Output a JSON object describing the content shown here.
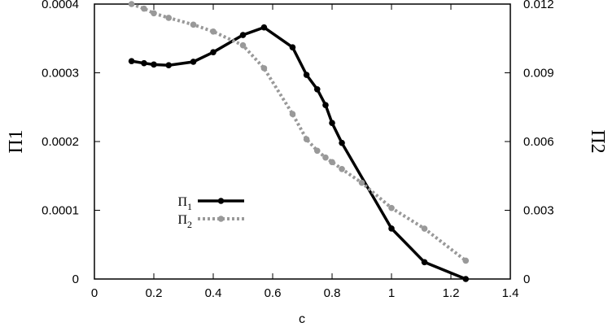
{
  "chart_data": {
    "type": "line",
    "xlabel": "c",
    "ylabel_left": "Π1",
    "ylabel_right": "Π2",
    "xlim": [
      0,
      1.4
    ],
    "ylim_left": [
      0,
      0.0004
    ],
    "ylim_right": [
      0,
      0.012
    ],
    "xticks": [
      "0",
      "0.2",
      "0.4",
      "0.6",
      "0.8",
      "1",
      "1.2",
      "1.4"
    ],
    "yticks_left": [
      "0",
      "0.0001",
      "0.0002",
      "0.0003",
      "0.0004"
    ],
    "yticks_right": [
      "0",
      "0.003",
      "0.006",
      "0.009",
      "0.012"
    ],
    "legend_position": "center-left",
    "grid": false,
    "series": [
      {
        "name": "Π1",
        "axis": "left",
        "color": "#000000",
        "style": "solid",
        "x": [
          0.125,
          0.167,
          0.2,
          0.25,
          0.333,
          0.4,
          0.5,
          0.571,
          0.667,
          0.714,
          0.75,
          0.778,
          0.8,
          0.833,
          1.0,
          1.111,
          1.25
        ],
        "y": [
          0.000317,
          0.000314,
          0.000312,
          0.000311,
          0.000316,
          0.00033,
          0.000355,
          0.000366,
          0.000337,
          0.000297,
          0.000276,
          0.000253,
          0.000227,
          0.000198,
          7.35e-05,
          2.45e-05,
          0.0
        ]
      },
      {
        "name": "Π2",
        "axis": "right",
        "color": "#999999",
        "style": "dotted",
        "x": [
          0.125,
          0.167,
          0.2,
          0.25,
          0.333,
          0.4,
          0.5,
          0.571,
          0.667,
          0.714,
          0.75,
          0.778,
          0.8,
          0.833,
          0.9,
          1.0,
          1.111,
          1.25
        ],
        "y": [
          0.012,
          0.0118,
          0.0116,
          0.0114,
          0.0111,
          0.0108,
          0.0102,
          0.0092,
          0.0072,
          0.0061,
          0.0056,
          0.0053,
          0.0051,
          0.0048,
          0.0042,
          0.0031,
          0.0022,
          0.0008
        ]
      }
    ]
  }
}
